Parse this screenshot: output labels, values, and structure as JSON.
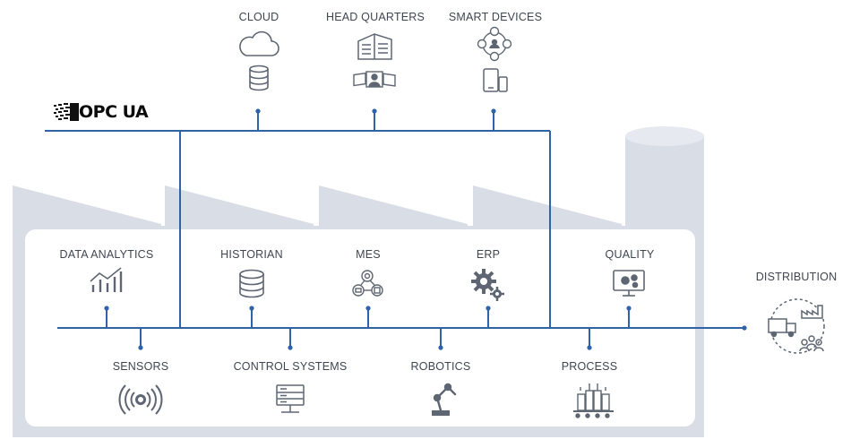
{
  "logo": {
    "text": "OPC UA"
  },
  "cloud_tier": {
    "cloud": "CLOUD",
    "headquarters": "HEAD QUARTERS",
    "smart_devices": "SMART DEVICES"
  },
  "factory": {
    "data_analytics": "DATA ANALYTICS",
    "historian": "HISTORIAN",
    "mes": "MES",
    "erp": "ERP",
    "quality": "QUALITY",
    "sensors": "SENSORS",
    "control_systems": "CONTROL SYSTEMS",
    "robotics": "ROBOTICS",
    "process": "PROCESS"
  },
  "distribution": "DISTRIBUTION",
  "colors": {
    "line": "#2f62a8",
    "icon": "#5d6672",
    "factory_fill": "#d8dde6",
    "panel_fill": "#ffffff",
    "text": "#3f4650"
  }
}
